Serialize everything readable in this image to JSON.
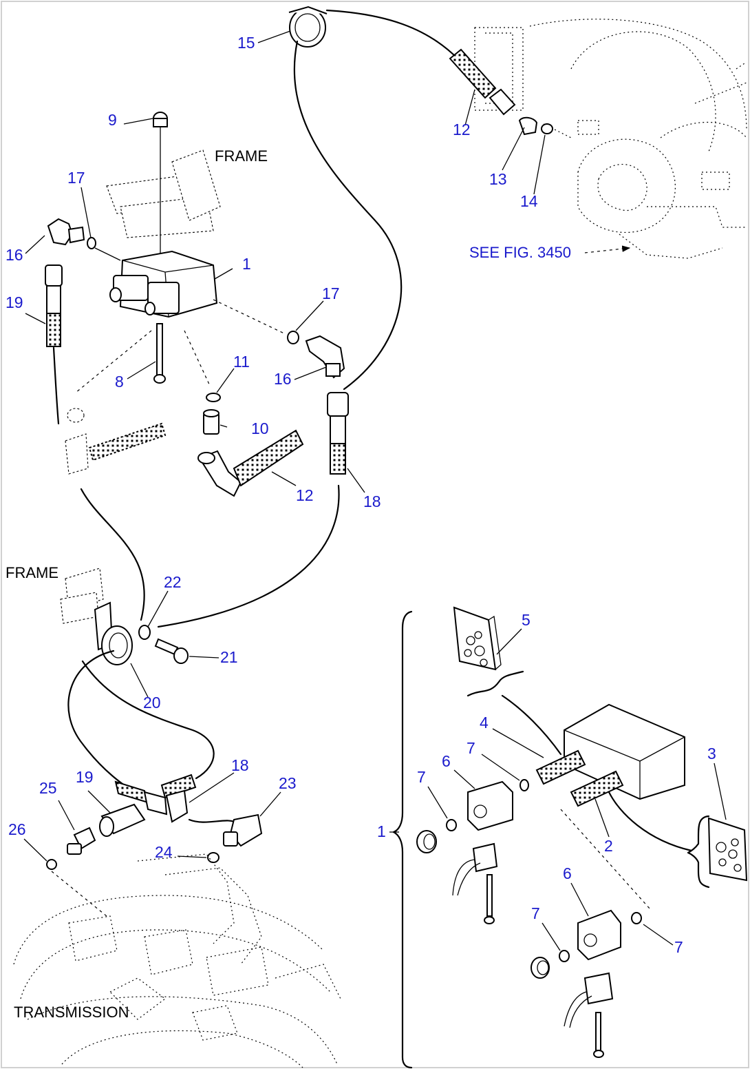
{
  "labels": {
    "frame_top": "FRAME",
    "frame_left": "FRAME",
    "transmission": "TRANSMISSION",
    "see_fig": "SEE FIG. 3450"
  },
  "callouts": {
    "c1": "1",
    "c2": "2",
    "c3": "3",
    "c4": "4",
    "c5": "5",
    "c6a": "6",
    "c6b": "6",
    "c7a": "7",
    "c7b": "7",
    "c7c": "7",
    "c7d": "7",
    "c8": "8",
    "c9": "9",
    "c10": "10",
    "c11": "11",
    "c12a": "12",
    "c12b": "12",
    "c13": "13",
    "c14": "14",
    "c15": "15",
    "c16a": "16",
    "c16b": "16",
    "c17a": "17",
    "c17b": "17",
    "c18a": "18",
    "c18b": "18",
    "c19a": "19",
    "c19b": "19",
    "c20": "20",
    "c21": "21",
    "c22": "22",
    "c23": "23",
    "c24": "24",
    "c25": "25",
    "c26": "26",
    "c1_detail": "1"
  },
  "colors": {
    "callout": "#1a1acc",
    "line": "#000000",
    "ghost_outline": "#000000"
  }
}
